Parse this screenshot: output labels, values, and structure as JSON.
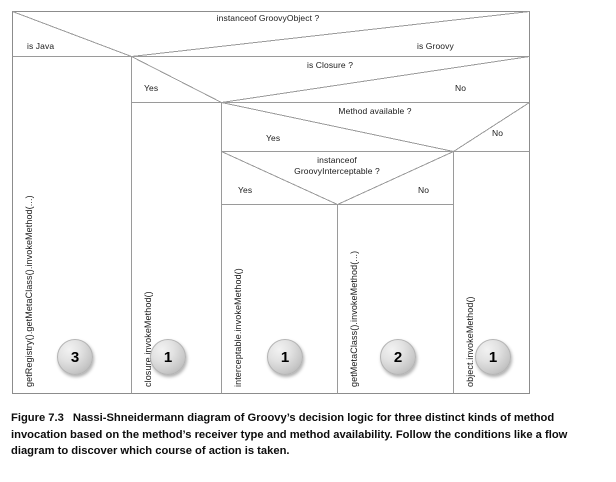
{
  "figure": {
    "number": "Figure 7.3",
    "caption": "Nassi-Shneidermann diagram of Groovy’s decision logic for three distinct kinds of method invocation based on the method’s receiver type and method availability. Follow the conditions like a flow diagram to discover which course of action is taken."
  },
  "colors": {
    "line": "#9a9a9a",
    "border": "#8c8c8c",
    "text": "#1a1a1a",
    "background": "#ffffff"
  },
  "diagram": {
    "type": "nassi-shneidermann",
    "conditions": [
      {
        "id": "instanceof-groovyobject",
        "question": "instanceof GroovyObject ?",
        "branches": [
          {
            "label": "is Java"
          },
          {
            "label": "is Groovy"
          }
        ]
      },
      {
        "id": "is-closure",
        "question": "is Closure ?",
        "branches": [
          {
            "label": "Yes"
          },
          {
            "label": "No"
          }
        ]
      },
      {
        "id": "method-available",
        "question": "Method available ?",
        "branches": [
          {
            "label": "Yes"
          },
          {
            "label": "No"
          }
        ]
      },
      {
        "id": "instanceof-groovyinterceptable",
        "question_line1": "instanceof",
        "question_line2": "GroovyInterceptable ?",
        "question": "instanceof GroovyInterceptable ?",
        "branches": [
          {
            "label": "Yes"
          },
          {
            "label": "No"
          }
        ]
      }
    ],
    "actions": [
      {
        "id": "action-registry",
        "label": "getRegistry().getMetaClass().invokeMethod(...)",
        "badge": "3"
      },
      {
        "id": "action-closure",
        "label": "closure.invokeMethod()",
        "badge": "1"
      },
      {
        "id": "action-interceptable",
        "label": "interceptable.invokeMethod()",
        "badge": "1"
      },
      {
        "id": "action-metaclass",
        "label": "getMetaClass().invokeMethod(...)",
        "badge": "2"
      },
      {
        "id": "action-object",
        "label": "object.invokeMethod()",
        "badge": "1"
      }
    ]
  }
}
